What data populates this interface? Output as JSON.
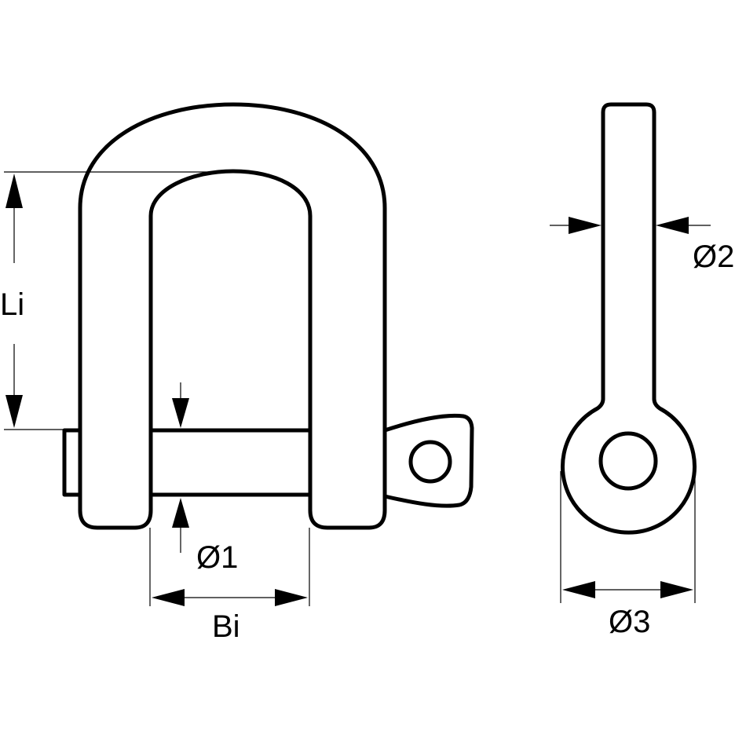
{
  "diagram": {
    "type": "technical-drawing",
    "subject": "D-shackle with pin, front view and side view",
    "colors": {
      "line": "#000000",
      "background": "#ffffff"
    },
    "views": [
      {
        "name": "front-view",
        "parts": [
          "bow",
          "pin",
          "pin-head",
          "pin-eye"
        ]
      },
      {
        "name": "side-view",
        "parts": [
          "bow-side",
          "eye-ring",
          "eye-hole"
        ]
      }
    ],
    "dimensions": {
      "inner_length": {
        "label": "Li"
      },
      "inner_width": {
        "label": "Bi"
      },
      "pin_diameter": {
        "label": "Ø1"
      },
      "bow_diameter": {
        "label": "Ø2"
      },
      "eye_diameter": {
        "label": "Ø3"
      }
    }
  }
}
